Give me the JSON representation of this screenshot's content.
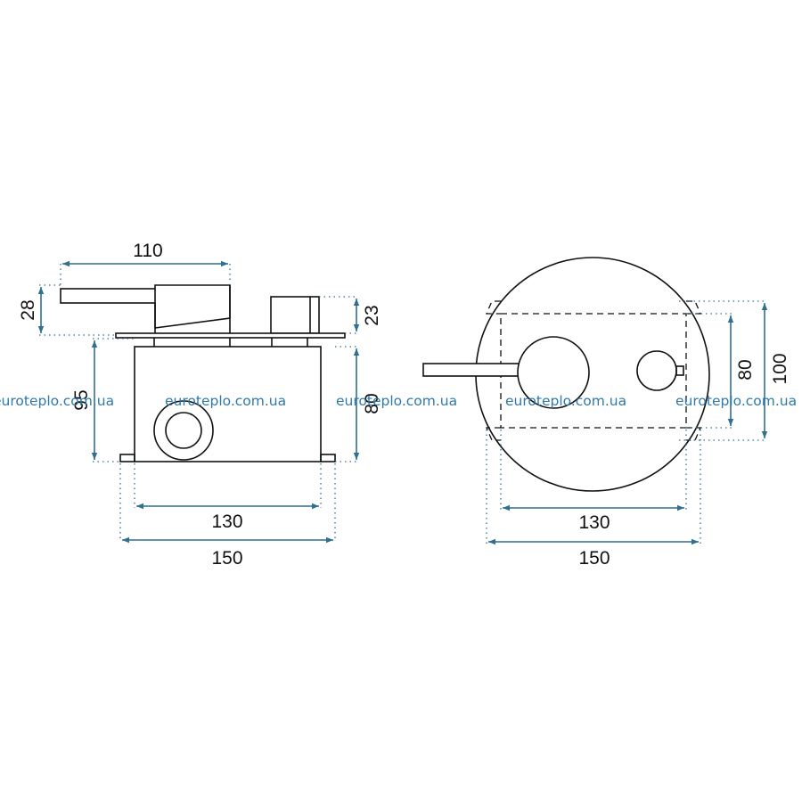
{
  "side_view": {
    "dims": {
      "handle_length": "110",
      "handle_height": "28",
      "knob_height": "23",
      "body_height": "95",
      "body_height_right": "80",
      "body_width": "130",
      "base_width": "150"
    }
  },
  "front_view": {
    "dims": {
      "plate_width": "130",
      "outer_width": "150",
      "plate_height": "80",
      "outer_height": "100"
    }
  },
  "watermark": {
    "text": "euroteplo.com.ua"
  }
}
